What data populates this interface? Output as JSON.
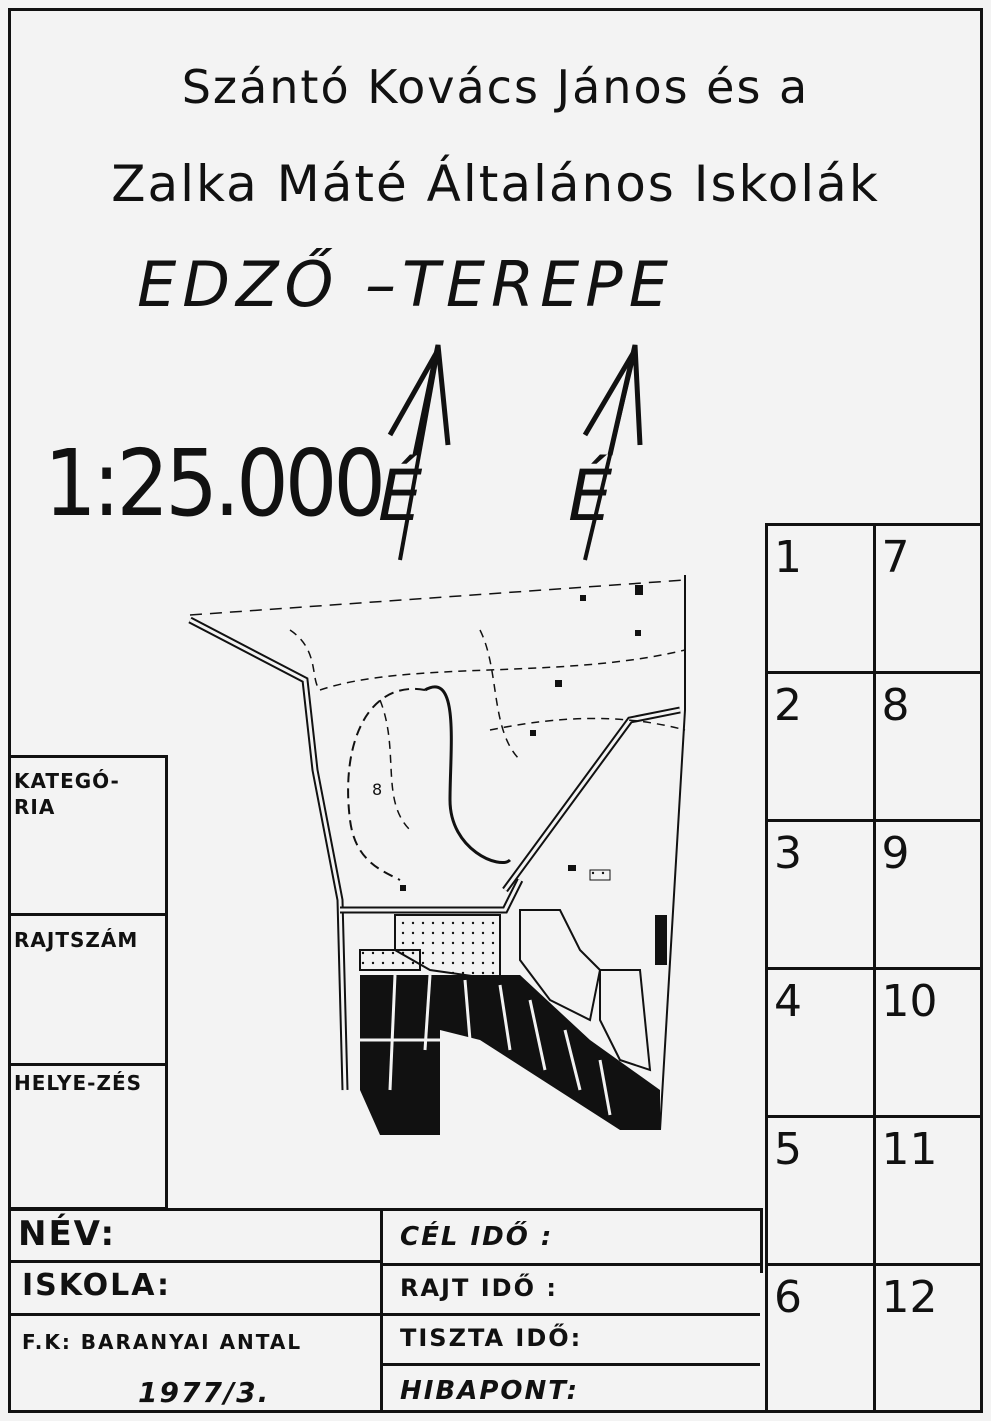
{
  "header": {
    "line1": "Szántó Kovács János   és   a",
    "line2": "Zalka Máté Általános Iskolák",
    "line3": "EDZŐ  –TEREPE"
  },
  "scale": {
    "text": "1:25.000"
  },
  "north_arrows": [
    {
      "label": "É",
      "icon": "north-arrow-icon"
    },
    {
      "label": "É",
      "icon": "north-arrow-icon"
    }
  ],
  "checkpoints": {
    "left": [
      "1",
      "2",
      "3",
      "4",
      "5",
      "6"
    ],
    "right": [
      "7",
      "8",
      "9",
      "10",
      "11",
      "12"
    ]
  },
  "left_fields": {
    "category": "KATEGÓ-RIA",
    "start_number": "RAJTSZÁM",
    "placement": "HELYE-ZÉS"
  },
  "bottom_fields": {
    "name": "NÉV:",
    "school": "ISKOLA:",
    "organizer": "F.K: BARANYAI ANTAL",
    "date": "1977/3.",
    "target_time": "CÉL IDŐ :",
    "start_time": "RAJT IDŐ :",
    "net_time": "TISZTA IDŐ:",
    "penalty": "HIBAPONT:"
  }
}
